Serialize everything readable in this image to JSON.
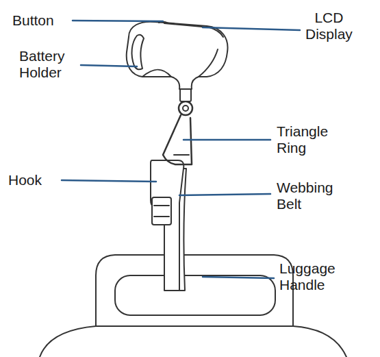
{
  "diagram": {
    "labels": [
      "Button",
      "LCD Display",
      "Battery Holder",
      "Triangle Ring",
      "Hook",
      "Webbing Belt",
      "Luggage Handle"
    ]
  }
}
